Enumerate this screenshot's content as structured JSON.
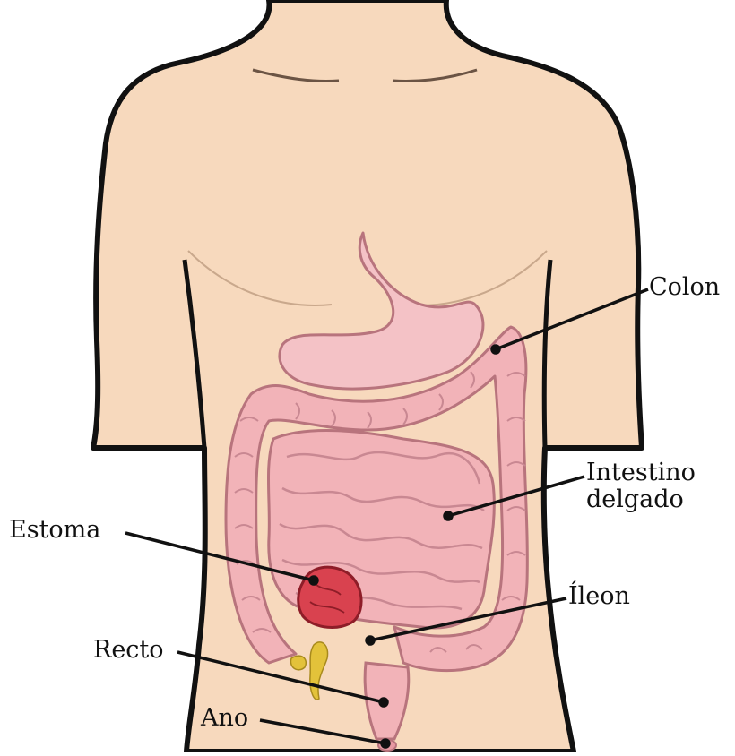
{
  "labels": {
    "colon": "Colon",
    "intestino_line1": "Intestino",
    "intestino_line2": "delgado",
    "estoma": "Estoma",
    "ileon": "Íleon",
    "recto": "Recto",
    "ano": "Ano"
  },
  "colors": {
    "skin": "#F7D9BD",
    "outline": "#111111",
    "intestine": "#F2B3B8",
    "intestine_shadow": "#D98E97",
    "stoma": "#D9424F",
    "stool": "#E3C23A"
  }
}
